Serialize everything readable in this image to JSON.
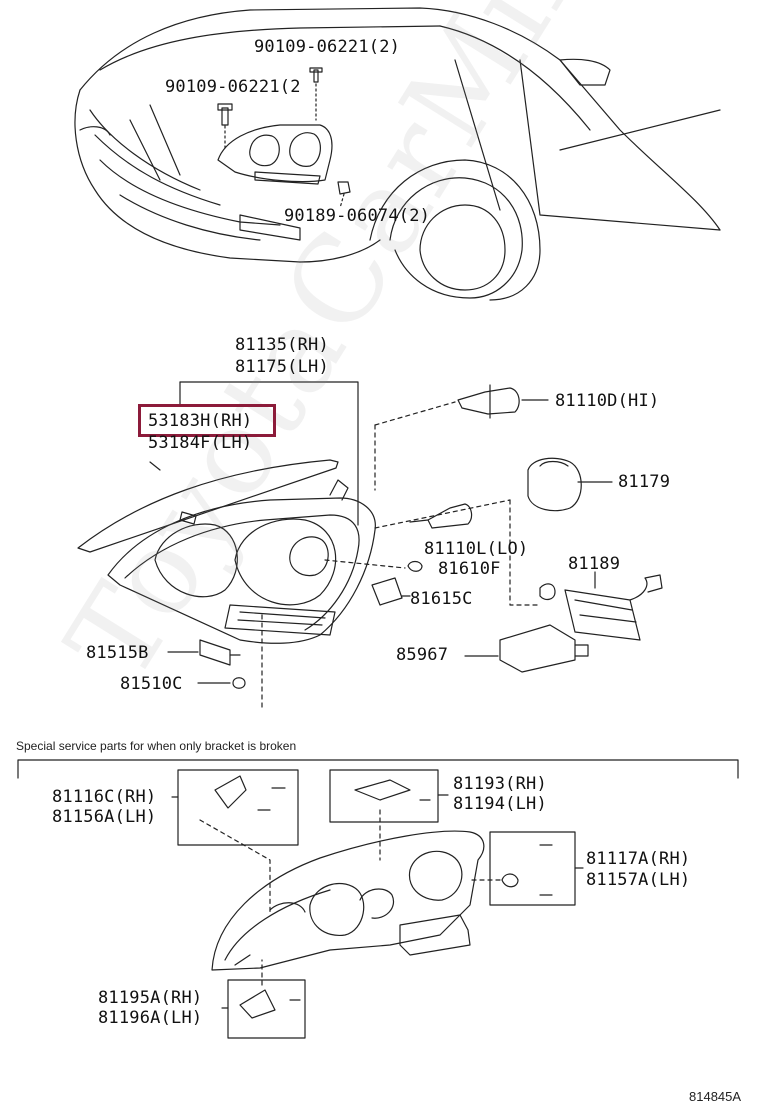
{
  "callouts": {
    "bolt_top_1": "90109-06221(2)",
    "bolt_top_2": "90109-06221(2",
    "clip_bottom": "90189-06074(2)",
    "assy_rh": "81135(RH)",
    "assy_lh": "81175(LH)",
    "gasket_rh": "53183H(RH)",
    "gasket_lh": "53184F(LH)",
    "bulb_hi": "81110D(HI)",
    "cover_81179": "81179",
    "bulb_lo": "81110L(LO)",
    "bulb_81610f": "81610F",
    "socket_81615c": "81615C",
    "ballast_socket": "81189",
    "ballast_85967": "85967",
    "socket_81515b": "81515B",
    "bulb_81510c": "81510C",
    "bracket_a_rh": "81116C(RH)",
    "bracket_a_lh": "81156A(LH)",
    "bracket_b_rh": "81193(RH)",
    "bracket_b_lh": "81194(LH)",
    "bracket_c_rh": "81117A(RH)",
    "bracket_c_lh": "81157A(LH)",
    "bracket_d_rh": "81195A(RH)",
    "bracket_d_lh": "81196A(LH)"
  },
  "section_note": "Special service parts for when only bracket is broken",
  "figure_id": "814845A",
  "watermark": "ToyotaCarMine.ru",
  "colors": {
    "highlight": "#8c1b3a",
    "line": "#111111"
  }
}
